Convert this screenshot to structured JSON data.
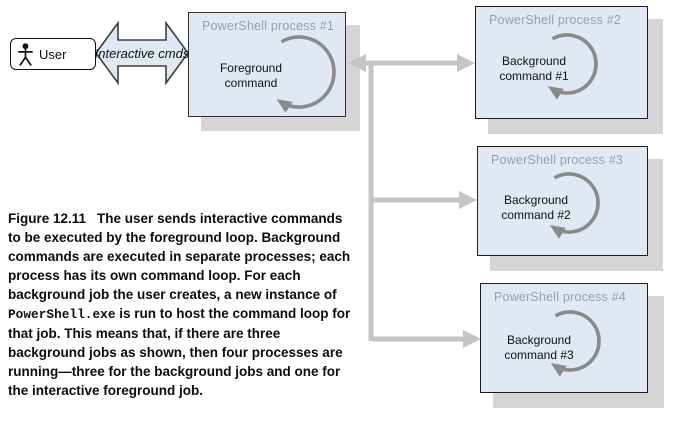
{
  "figure": {
    "user": {
      "label": "User",
      "icon": "person-stick-figure"
    },
    "interactive_arrow": {
      "label": "Interactive cmds"
    },
    "processes": [
      {
        "title": "PowerShell process #1",
        "command": "Foreground\ncommand"
      },
      {
        "title": "PowerShell process #2",
        "command": "Background\ncommand #1"
      },
      {
        "title": "PowerShell process #3",
        "command": "Background\ncommand #2"
      },
      {
        "title": "PowerShell process #4",
        "command": "Background\ncommand #3"
      }
    ]
  },
  "caption": {
    "label": "Figure 12.11",
    "before_code": "The user sends interactive commands to be executed by the foreground loop. Background commands are executed in separate processes; each process has its own command loop. For each background job the user creates, a new instance of ",
    "code": "PowerShell.exe",
    "after_code": " is run to host the command loop for that job. This means that, if there are three background jobs as shown, then four processes are running—three for the background jobs and one for the interactive foreground job."
  },
  "colors": {
    "box_fill": "#e0e8f4",
    "box_border": "#1c1c1c",
    "box_title_gray": "#99a0a9",
    "loop_arrow_gray": "#8a8a8a",
    "connector_gray": "#c4c4c4",
    "shadow_gray": "#d5d5d5"
  }
}
